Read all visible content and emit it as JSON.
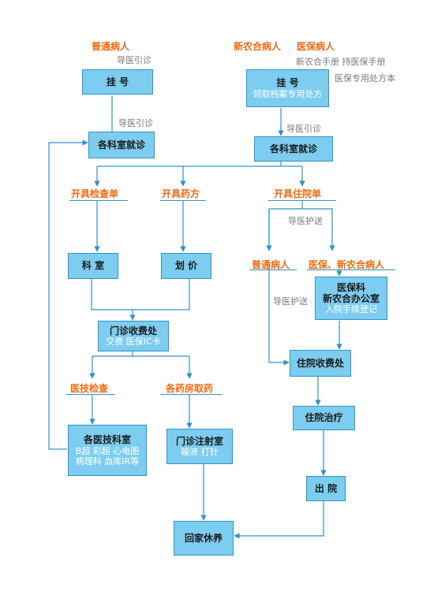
{
  "labels": {
    "ordinary_patient": "普通病人",
    "rural_coop_patient": "新农合病人",
    "medical_insurance_patient": "医保病人",
    "rural_coop_card_note": "新农合手册  持医保手册",
    "insurance_prescription_note": "医保专用处方本",
    "guide_1": "导医引诊",
    "guide_2": "导医引诊",
    "guide_3": "导医引诊",
    "issue_exam": "开具检查单",
    "issue_prescription": "开具药方",
    "issue_admission": "开具住院单",
    "escort_1": "导医护送",
    "inpatient_ordinary": "普通病人",
    "inpatient_insured": "医保、新农合病人",
    "escort_2": "导医护送",
    "medtech_exam": "医技检查",
    "pharmacy_pickup": "各药房取药"
  },
  "boxes": {
    "register_left": {
      "title": "挂  号"
    },
    "register_right": {
      "title": "挂  号",
      "sub": "领取档案专用处方"
    },
    "dept_left": {
      "title": "各科室就诊"
    },
    "dept_right": {
      "title": "各科室就诊"
    },
    "department": {
      "title": "科  室"
    },
    "pricing": {
      "title": "划  价"
    },
    "insurance_office": {
      "title": "医保科",
      "title2": "新农合办公室",
      "sub": "入院手续登记"
    },
    "outpatient_cashier": {
      "title": "门诊收费处",
      "sub": "交费  医保IC卡"
    },
    "inpatient_cashier": {
      "title": "住院收费处"
    },
    "medtech_depts": {
      "title": "各医技科室",
      "sub": "B超  彩超  心电图",
      "sub2": "病理科  血库IR等"
    },
    "injection_room": {
      "title": "门诊注射室",
      "sub": "输液  打针"
    },
    "inpatient_treatment": {
      "title": "住院治疗"
    },
    "discharge": {
      "title": "出  院"
    },
    "go_home": {
      "title": "回家休养"
    }
  },
  "colors": {
    "box_fill": "#7dcdf0",
    "box_border": "#2f93c6",
    "line": "#2f93c6",
    "orange_label": "#f06a0f",
    "gray_label": "#7a7a7a"
  }
}
